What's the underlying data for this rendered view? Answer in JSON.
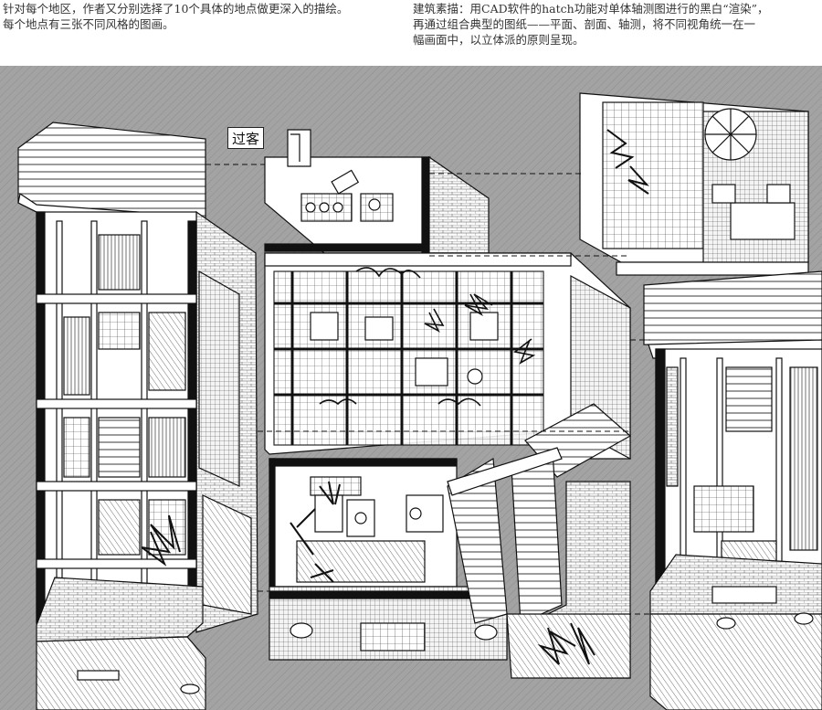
{
  "captions": {
    "left": [
      "针对每个地区，作者又分别选择了10个具体的地点做更深入的描绘。",
      "每个地点有三张不同风格的图画。"
    ],
    "right": [
      "建筑素描：用CAD软件的hatch功能对单体轴测图进行的黑白“渲染”，",
      "再通过组合典型的图纸——平面、剖面、轴测，将不同视角统一在一",
      "幅画面中，以立体派的原则呈现。"
    ]
  },
  "drawing": {
    "label": "过客"
  },
  "colors": {
    "background": "#9a9a9a",
    "ink": "#1a1a1a",
    "paper": "#ffffff"
  }
}
